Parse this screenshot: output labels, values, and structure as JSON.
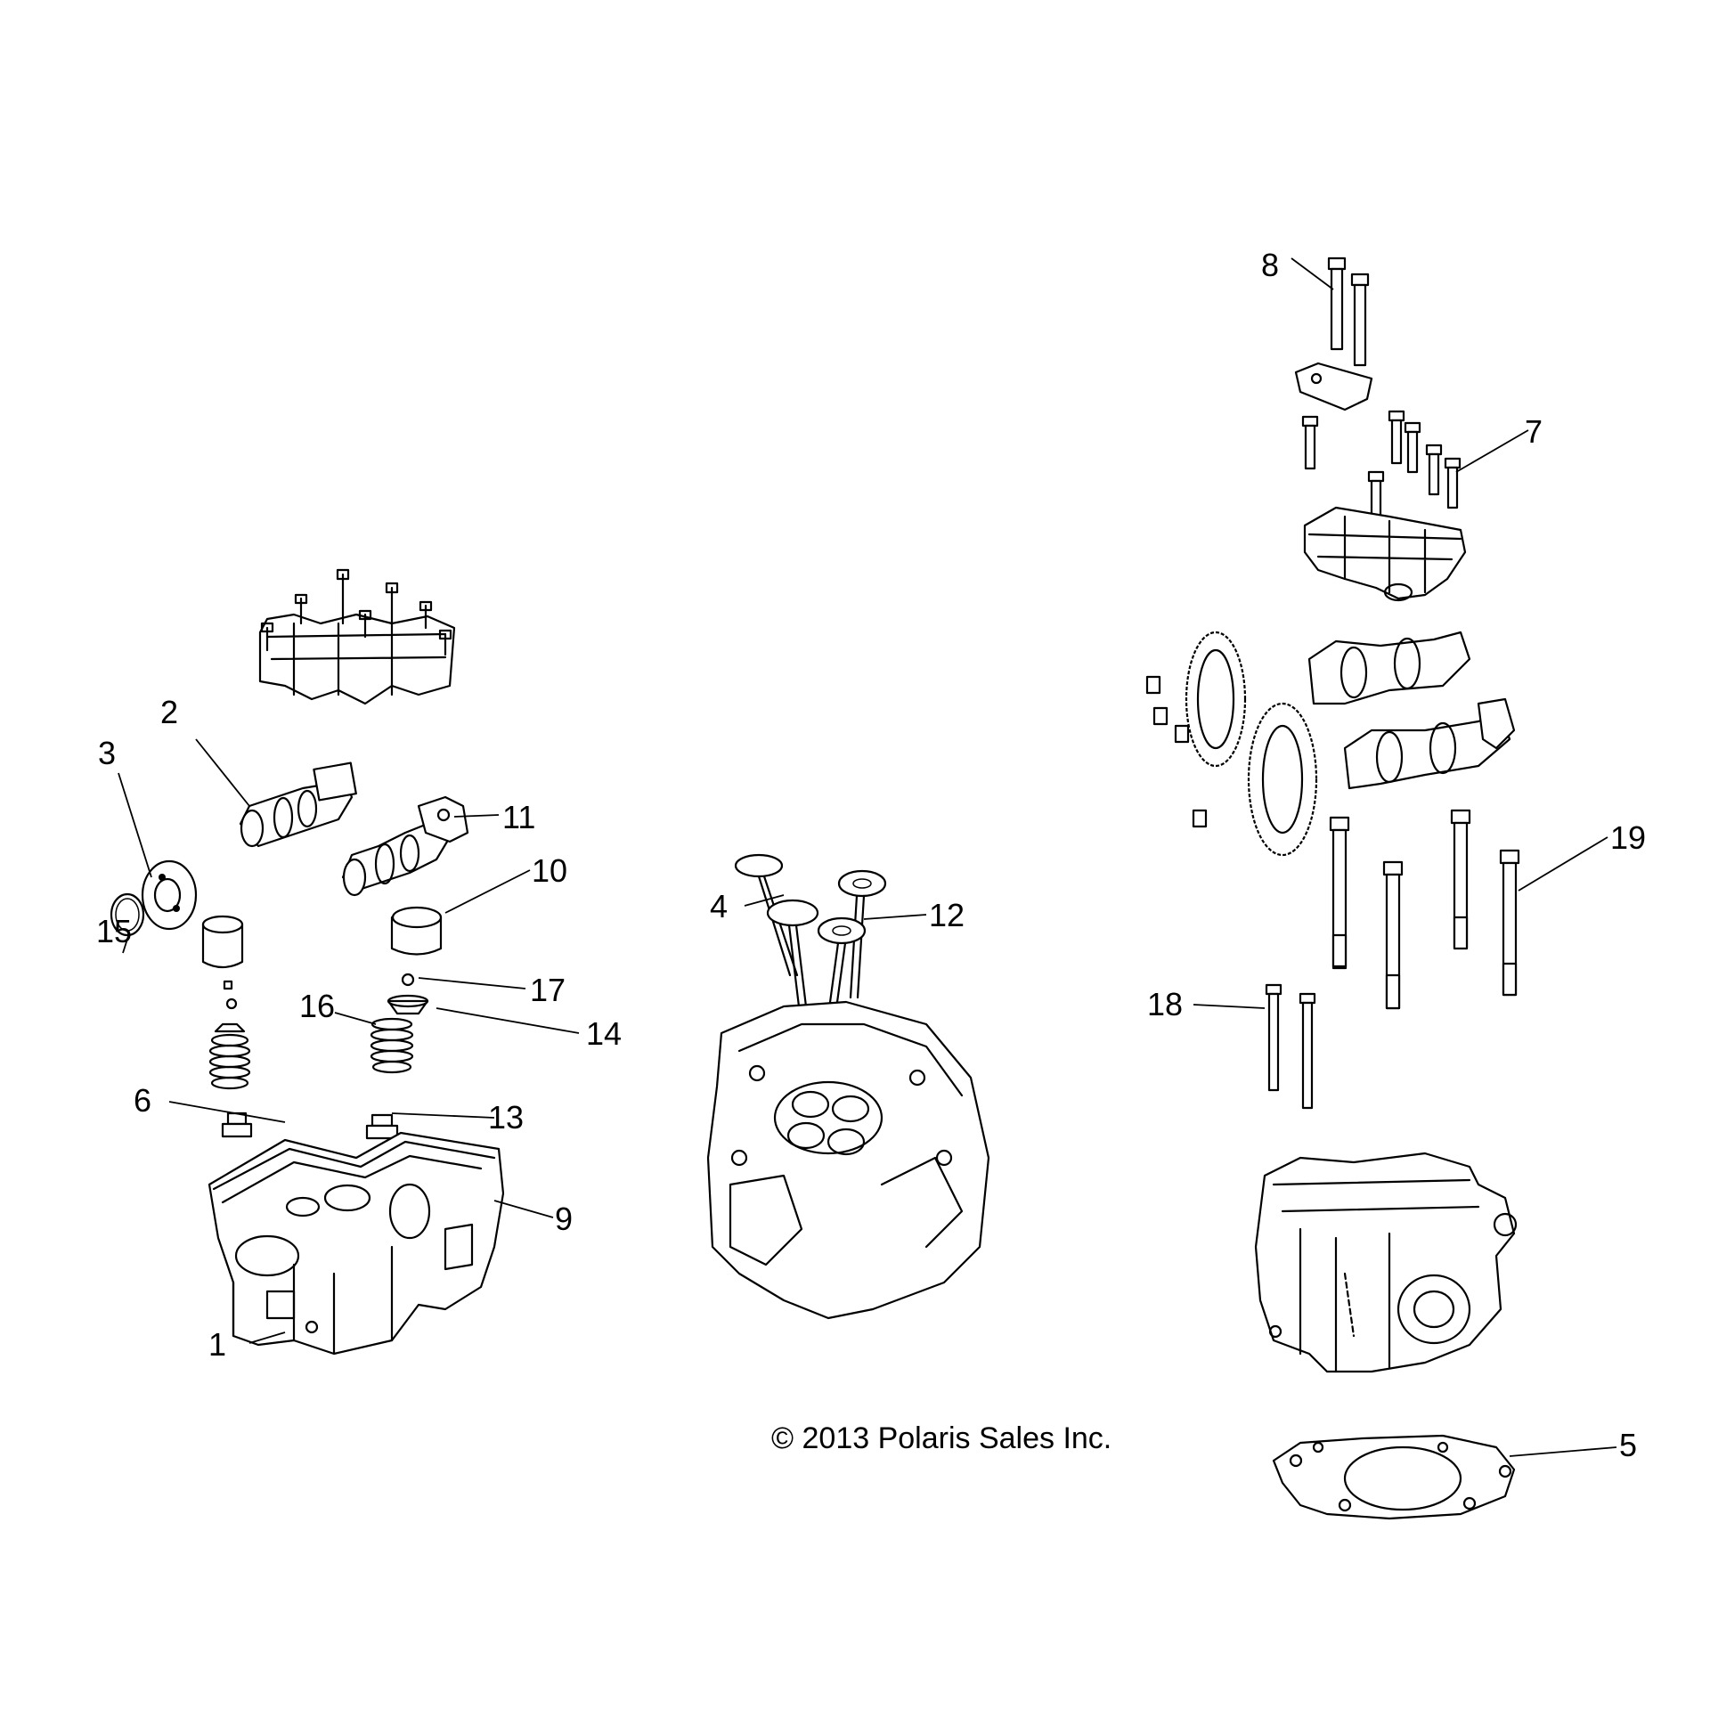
{
  "copyright": "© 2013 Polaris Sales Inc.",
  "callouts": [
    "1",
    "2",
    "3",
    "4",
    "5",
    "6",
    "7",
    "8",
    "9",
    "10",
    "11",
    "12",
    "13",
    "14",
    "15",
    "16",
    "17",
    "18",
    "19"
  ],
  "colors": {
    "line": "#000000",
    "background": "#ffffff"
  }
}
